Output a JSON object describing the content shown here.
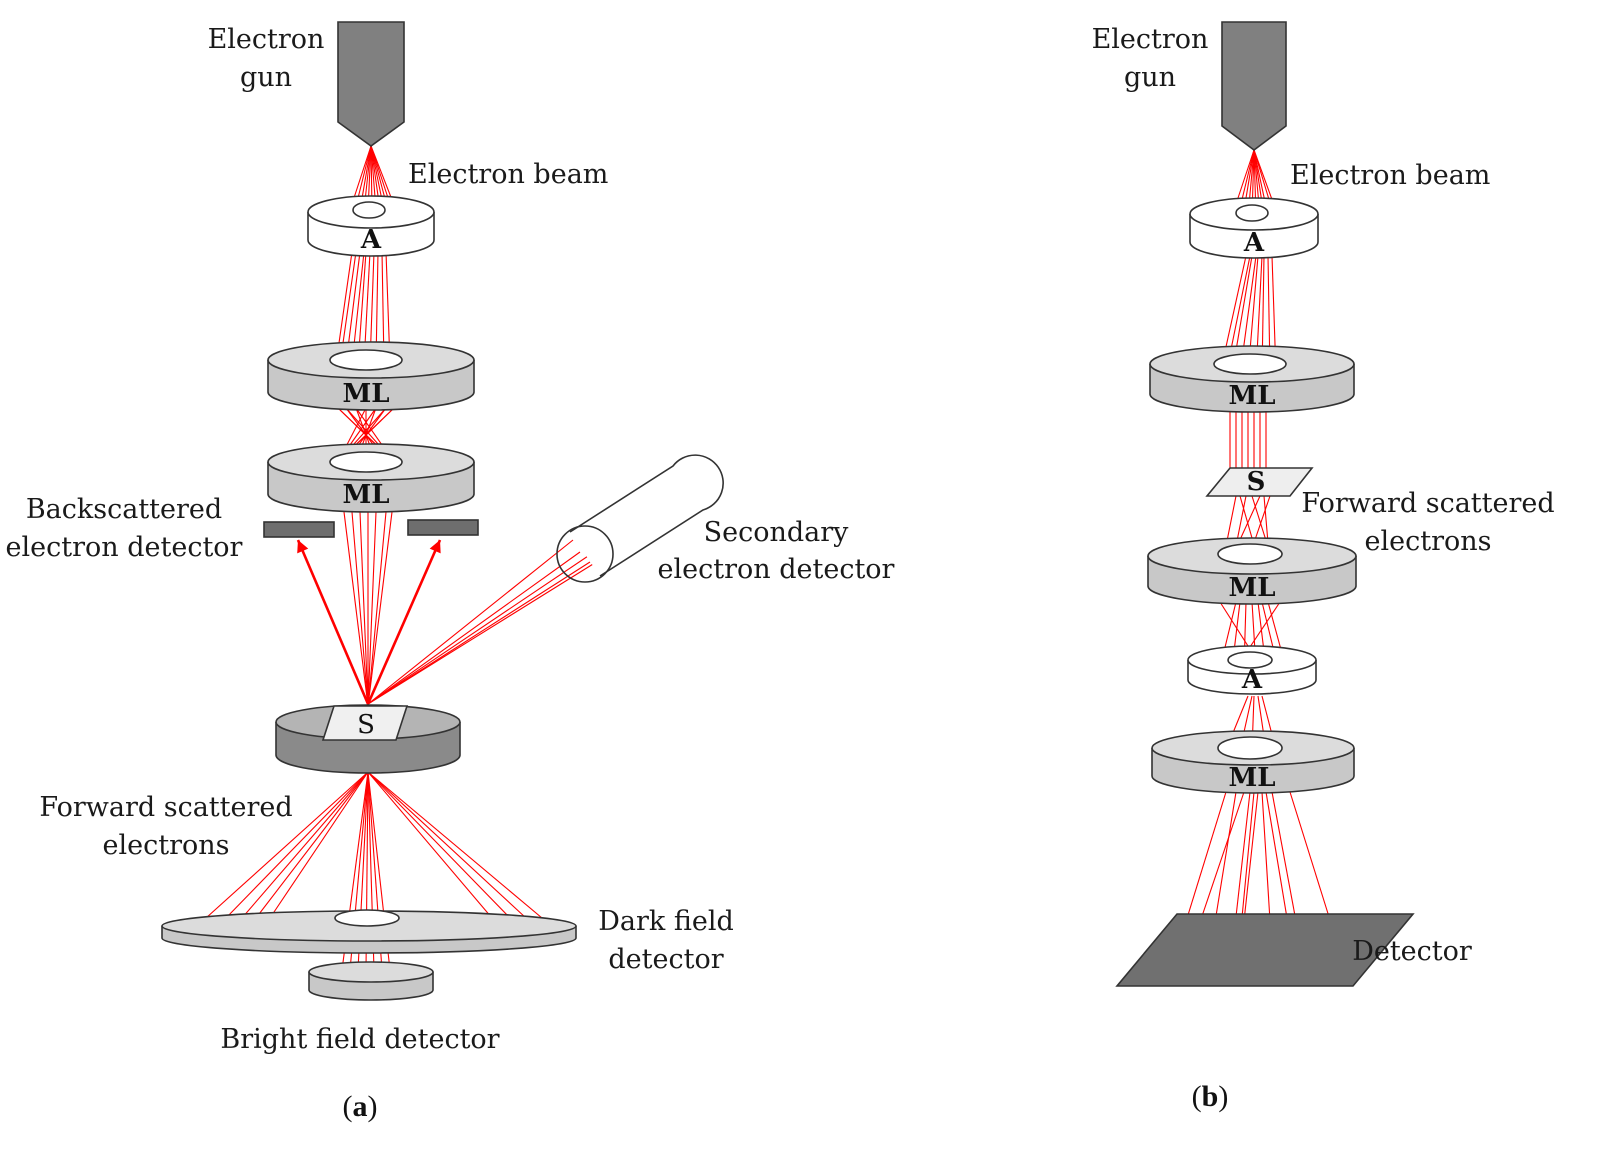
{
  "figure": {
    "panels": [
      {
        "id": "a",
        "caption": "a",
        "labels": {
          "electron_gun": [
            "Electron",
            "gun"
          ],
          "electron_beam": "Electron beam",
          "backscattered": [
            "Backscattered",
            "electron detector"
          ],
          "secondary": [
            "Secondary",
            "electron detector"
          ],
          "forward": [
            "Forward scattered",
            "electrons"
          ],
          "dark_field": [
            "Dark field",
            "detector"
          ],
          "bright_field": "Bright field detector"
        },
        "components": {
          "aperture": "A",
          "lens1": "ML",
          "lens2": "ML",
          "sample": "S"
        }
      },
      {
        "id": "b",
        "caption": "b",
        "labels": {
          "electron_gun": [
            "Electron",
            "gun"
          ],
          "electron_beam": "Electron beam",
          "forward": [
            "Forward scattered",
            "electrons"
          ],
          "detector": "Detector"
        },
        "components": {
          "aperture1": "A",
          "lens1": "ML",
          "sample": "S",
          "lens2": "ML",
          "aperture2": "A",
          "lens3": "ML"
        }
      }
    ],
    "colors": {
      "beam": "#ff0000",
      "gun": "#808080",
      "lens": "#c8c8c8",
      "lens_top": "#dcdcdc",
      "aperture": "#ffffff",
      "stage": "#8a8a8a",
      "detector_dark": "#6e6e6e",
      "outline": "#333333"
    }
  }
}
